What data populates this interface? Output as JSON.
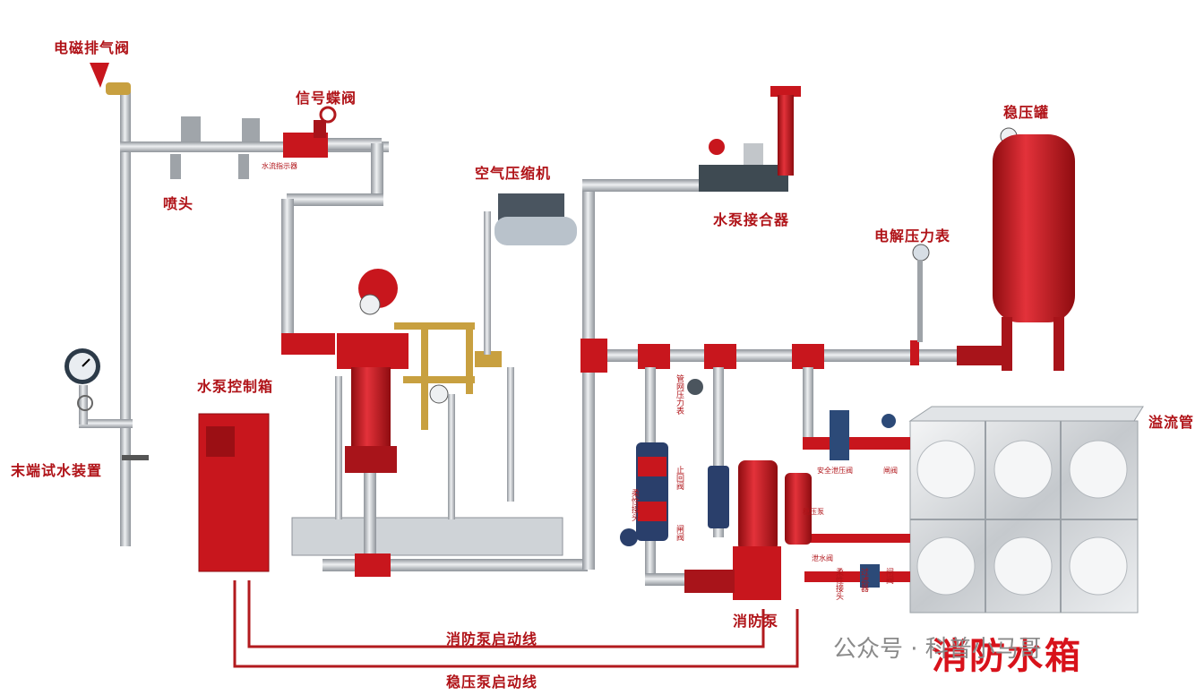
{
  "labels": {
    "electromagnetic_vent_valve": "电磁排气阀",
    "signal_butterfly_valve": "信号蝶阀",
    "water_flow_indicator": "水流指示器",
    "sprinkler_head": "喷头",
    "air_compressor": "空气压缩机",
    "pump_adapter": "水泵接合器",
    "pressure_tank": "稳压罐",
    "electrolytic_pressure_gauge": "电解压力表",
    "overflow_pipe": "溢流管",
    "pump_control_cabinet": "水泵控制箱",
    "end_test_device": "末端试水装置",
    "fire_pump": "消防泵",
    "fire_water_tank": "消防水箱",
    "fire_pump_start_line": "消防泵启动线",
    "stabilizer_pump_start_line": "稳压泵启动线",
    "pressure_gauge_small": "管网压力表",
    "safety_relief_valve": "安全泄压阀",
    "gate_valve": "闸阀",
    "check_valve": "止回阀",
    "flexible_joint": "柔性接头",
    "gate_valve_2": "闸阀",
    "stabilizer_pump": "稳压泵",
    "relief_valve": "泄水阀",
    "flexible_joint_2": "柔性接头",
    "filter": "过滤器",
    "gate_valve_3": "闸阀"
  },
  "watermark": {
    "text": "公众号 · 科普小马哥"
  },
  "colors": {
    "red": "#c8161d",
    "pipe": "#c9ccd0",
    "tank": "#d3d6d9"
  }
}
